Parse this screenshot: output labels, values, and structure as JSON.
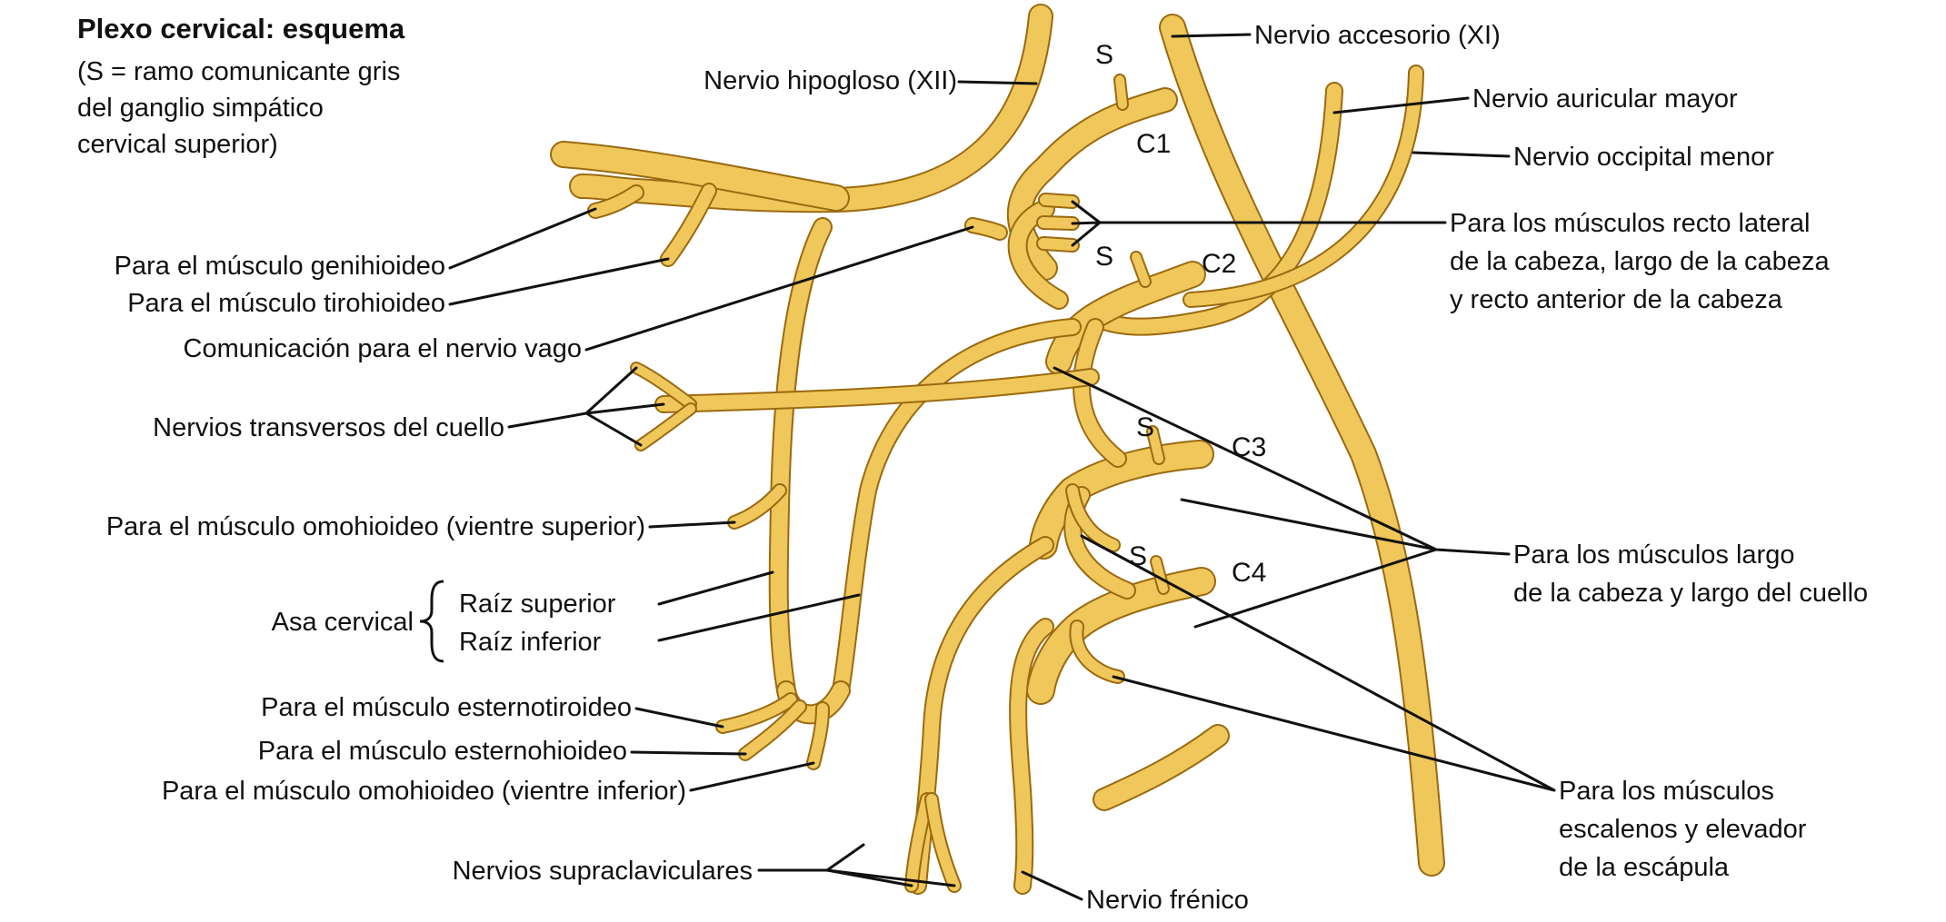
{
  "title": "Plexo cervical: esquema",
  "note": [
    "(S = ramo comunicante gris",
    "del ganglio simpático",
    "cervical superior)"
  ],
  "segments": {
    "s": "S",
    "c1": "C1",
    "c2": "C2",
    "c3": "C3",
    "c4": "C4"
  },
  "labels": {
    "hipogloso": "Nervio hipogloso (XII)",
    "accesorio": "Nervio accesorio (XI)",
    "auricular": "Nervio auricular mayor",
    "occipital": "Nervio occipital menor",
    "recto": [
      "Para los músculos recto lateral",
      "de la cabeza, largo de la cabeza",
      "y recto anterior de la cabeza"
    ],
    "genihioideo": "Para el músculo genihioideo",
    "tirohioideo": "Para el músculo tirohioideo",
    "vago": "Comunicación para el nervio vago",
    "transversos": "Nervios transversos del cuello",
    "omohioideo_sup": "Para el músculo omohioideo (vientre superior)",
    "asa": "Asa cervical",
    "raiz_sup": "Raíz superior",
    "raiz_inf": "Raíz inferior",
    "esternotiroideo": "Para el músculo esternotiroideo",
    "esternohioideo": "Para el músculo esternohioideo",
    "omohioideo_inf": "Para el músculo omohioideo (vientre inferior)",
    "supraclaviculares": "Nervios supraclaviculares",
    "frenico": "Nervio frénico",
    "largo": [
      "Para los músculos largo",
      "de la cabeza y largo del cuello"
    ],
    "escalenos": [
      "Para los músculos",
      "escalenos y elevador",
      "de la escápula"
    ]
  },
  "colors": {
    "nerve": "#f0c75a",
    "nerve_outline": "#9a6a10",
    "text": "#111111",
    "background": "#ffffff"
  }
}
